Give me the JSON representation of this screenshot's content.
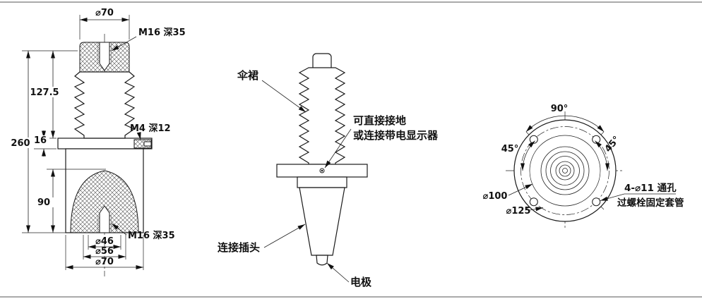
{
  "page": {
    "background": "#ffffff",
    "line_color": "#1a1a1a"
  },
  "left_view": {
    "dims": {
      "top_diameter": "⌀70",
      "thread_top": "M16 深35",
      "shed_height": "127.5",
      "total_height": "260",
      "flange_thickness": "16",
      "thread_side": "M4 深12",
      "socket_depth": "90",
      "thread_bottom": "M16 深35",
      "bottom_d46": "⌀46",
      "bottom_d56": "⌀56",
      "bottom_d70": "⌀70"
    }
  },
  "middle_view": {
    "labels": {
      "shed": "伞裙",
      "ground_line1": "可直接接地",
      "ground_line2": "或连接带电显示器",
      "plug": "连接插头",
      "electrode": "电极"
    }
  },
  "right_view": {
    "labels": {
      "angle_top": "90°",
      "angle_left": "45°",
      "angle_right": "45°",
      "d100": "⌀100",
      "d125": "⌀125",
      "note_line1": "4-⌀11 通孔",
      "note_line2": "过螺栓固定套管"
    }
  }
}
